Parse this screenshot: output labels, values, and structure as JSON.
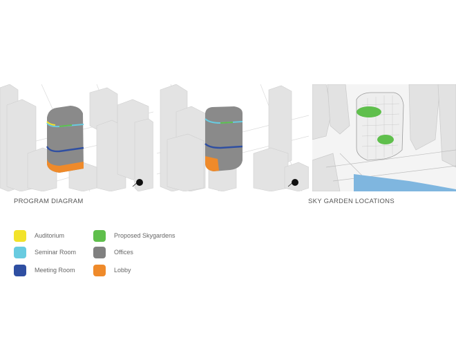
{
  "captions": {
    "program": "PROGRAM DIAGRAM",
    "sky": "SKY GARDEN LOCATIONS"
  },
  "legend": [
    {
      "label": "Auditorium",
      "color": "#f2e32b"
    },
    {
      "label": "Seminar Room",
      "color": "#68cbe0"
    },
    {
      "label": "Meeting Room",
      "color": "#2f4fa2"
    },
    {
      "label": "Proposed Skygardens",
      "color": "#5fbf4c"
    },
    {
      "label": "Offices",
      "color": "#808080"
    },
    {
      "label": "Lobby",
      "color": "#ef8a2a"
    }
  ],
  "colors": {
    "tower": "#8a8a8a",
    "context_building": "#e3e3e3",
    "water": "#7fb6df",
    "skygarden": "#5fbf4c"
  },
  "icons": [
    "north-arrow-icon"
  ]
}
